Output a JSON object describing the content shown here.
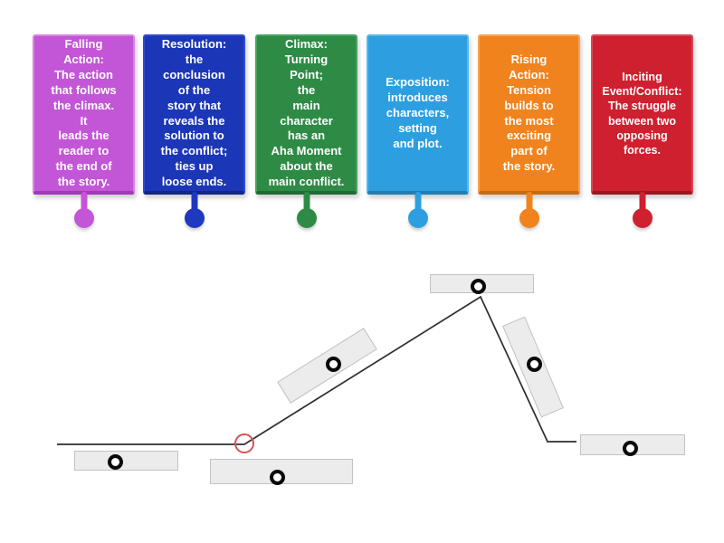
{
  "page": {
    "background": "#ffffff",
    "card_text_color": "#ffffff"
  },
  "cards": [
    {
      "id": "falling-action",
      "text": "Falling\nAction:\nThe action\nthat follows\nthe climax.\nIt\nleads the\nreader to\nthe end of\nthe story.",
      "colors": {
        "bg": "#c355d7",
        "border": "#d784e2",
        "bottom": "#a13ab8",
        "pin": "#c355d7"
      }
    },
    {
      "id": "resolution",
      "text": "Resolution:\nthe\nconclusion\nof the\nstory that\nreveals the\nsolution to\nthe conflict;\nties up\nloose ends.",
      "colors": {
        "bg": "#1c36b8",
        "border": "#2f4ccd",
        "bottom": "#122688",
        "pin": "#1f38c0"
      }
    },
    {
      "id": "climax",
      "text": "Climax:\nTurning\nPoint;\nthe\nmain\ncharacter\nhas an\nAha Moment\nabout the\nmain conflict.",
      "colors": {
        "bg": "#2e8b46",
        "border": "#48a361",
        "bottom": "#206b33",
        "pin": "#2e8b46"
      }
    },
    {
      "id": "exposition",
      "text": "Exposition:\nintroduces\ncharacters,\nsetting\nand plot.",
      "colors": {
        "bg": "#2d9fe1",
        "border": "#5cb6ea",
        "bottom": "#1d7fb8",
        "pin": "#2d9fe1"
      }
    },
    {
      "id": "rising-action",
      "text": "Rising\nAction:\nTension\nbuilds to\nthe most\nexciting\npart of\nthe story.",
      "colors": {
        "bg": "#f1831e",
        "border": "#f6a354",
        "bottom": "#c96a0e",
        "pin": "#f1831e"
      }
    },
    {
      "id": "inciting-event",
      "text": "Inciting\nEvent/Conflict:\nThe struggle\nbetween two\nopposing\nforces.",
      "colors": {
        "bg": "#ce202f",
        "border": "#d94955",
        "bottom": "#9f1522",
        "pin": "#ce202f"
      }
    }
  ],
  "diagram": {
    "line_color": "#2e2e2e",
    "highlight_color": "#d9534f",
    "slot_fill": "#ececec",
    "slot_border": "#c2c2c2",
    "marker_ring_color": "#0a0a0a",
    "slots": [
      {
        "id": "baseline-left"
      },
      {
        "id": "baseline-center"
      },
      {
        "id": "rising-slope"
      },
      {
        "id": "peak"
      },
      {
        "id": "falling-slope"
      },
      {
        "id": "baseline-right"
      }
    ]
  }
}
